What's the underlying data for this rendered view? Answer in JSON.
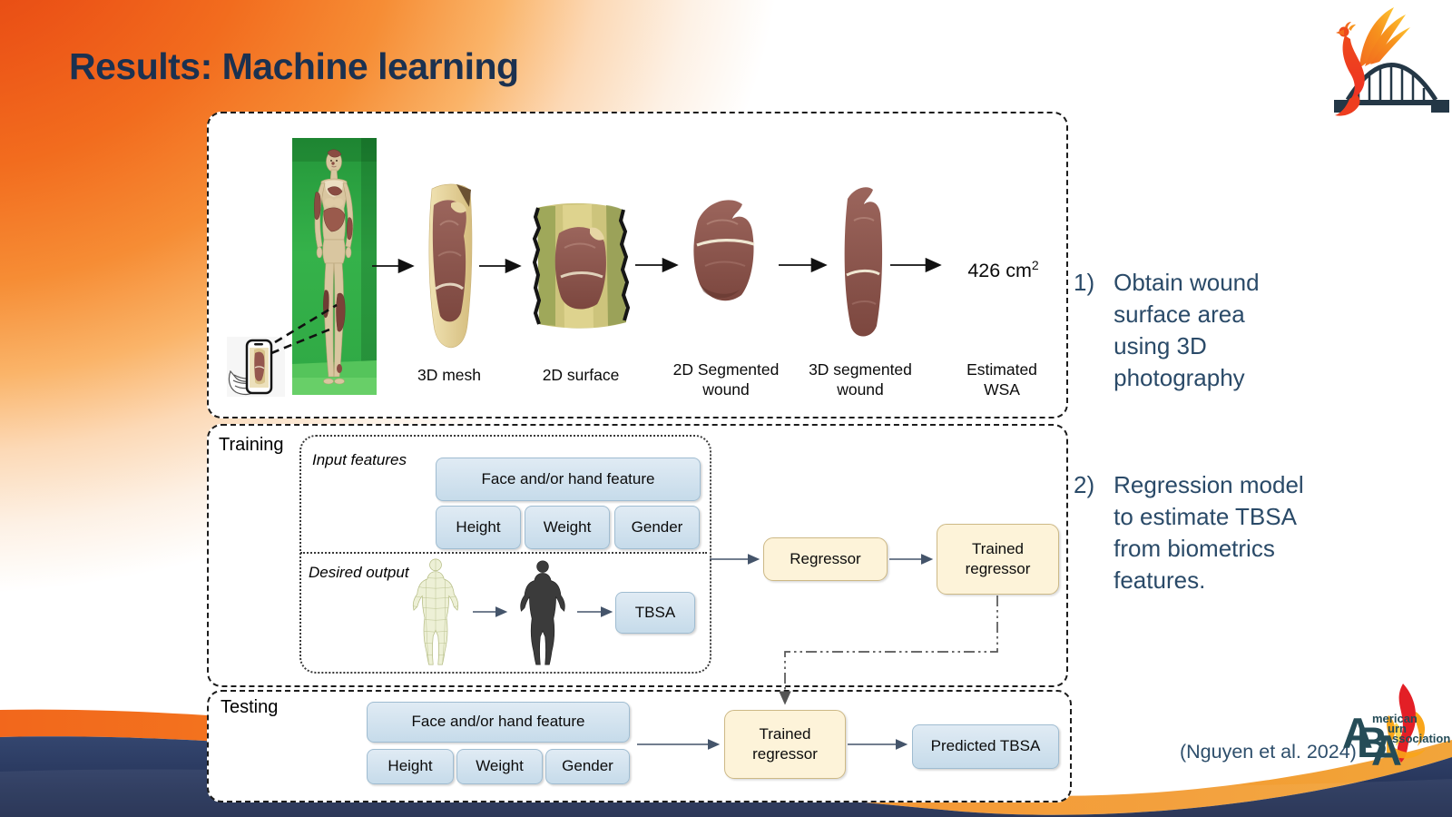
{
  "slide": {
    "title": "Results: Machine learning",
    "citation": "(Nguyen et al. 2024)"
  },
  "pipeline": {
    "result_value": "426 cm",
    "result_sup": "2",
    "labels": {
      "mesh": "3D mesh",
      "surface": "2D surface",
      "seg2d": "2D Segmented wound",
      "seg3d": "3D segmented wound",
      "wsa": "Estimated WSA"
    }
  },
  "training": {
    "label": "Training",
    "input_features_label": "Input features",
    "desired_output_label": "Desired output",
    "features": [
      "Face and/or hand feature",
      "Height",
      "Weight",
      "Gender"
    ],
    "tbsa": "TBSA",
    "regressor": "Regressor",
    "trained_regressor": "Trained regressor"
  },
  "testing": {
    "label": "Testing",
    "features": [
      "Face and/or hand feature",
      "Height",
      "Weight",
      "Gender"
    ],
    "trained_regressor": "Trained regressor",
    "predicted": "Predicted TBSA"
  },
  "notes": [
    {
      "num": "1)",
      "lines": [
        "Obtain wound",
        "surface area",
        "using 3D",
        "photography"
      ]
    },
    {
      "num": "2)",
      "lines": [
        "Regression model",
        "to estimate TBSA",
        "from biometrics",
        "features."
      ]
    }
  ],
  "aba_logo": {
    "letters": [
      "A",
      "B",
      "A"
    ],
    "words": [
      "merican",
      "urn",
      "ssociation"
    ]
  },
  "icons": [
    "phoenix-bridge-logo",
    "phone-capture-icon",
    "body-mesh-icon",
    "body-silhouette-icon",
    "aba-flame-icon"
  ],
  "colors": {
    "title_navy": "#1b3150",
    "note_navy": "#2a4a68",
    "accent_orange": "#f26c1e",
    "accent_gold": "#f2a53a",
    "wave_navy": "#2d3f6b",
    "box_blue": "#cfe0ee",
    "box_tan": "#fdf3d9",
    "greenscreen": "#38b84c",
    "wound": "#8a5048"
  }
}
